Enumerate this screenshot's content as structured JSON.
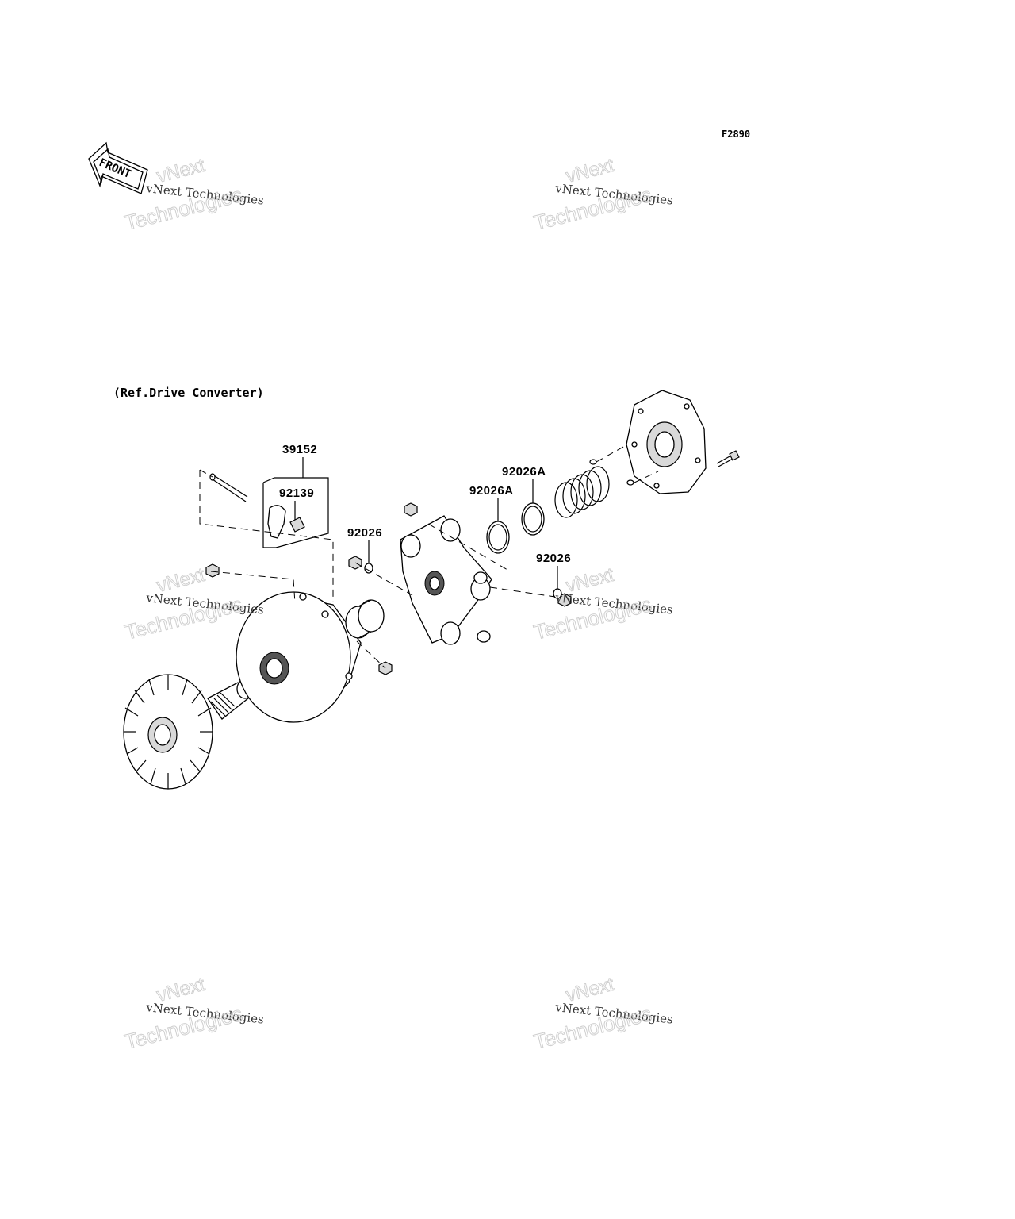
{
  "figure_code": "F2890",
  "front_arrow_text": "FRONT",
  "reference_note": "(Ref.Drive Converter)",
  "watermark": {
    "line1": "vNext",
    "line2": "vNext Technologies",
    "line3": "Technologies"
  },
  "callouts": [
    "39152",
    "92139",
    "92026",
    "92026A",
    "92026A",
    "92026"
  ]
}
